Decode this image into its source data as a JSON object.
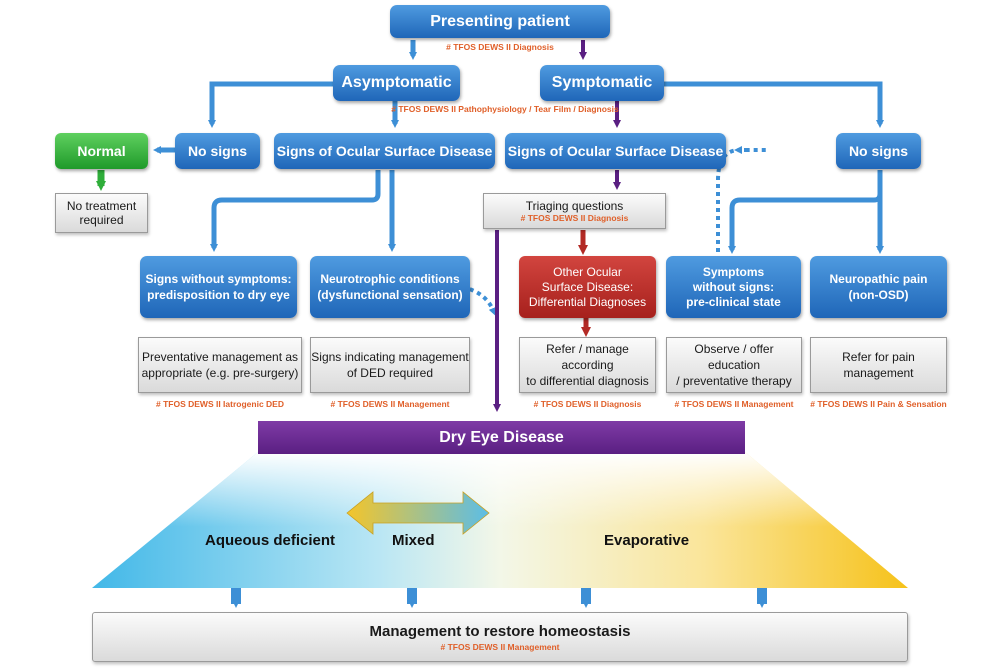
{
  "nodes": {
    "presenting_patient": "Presenting patient",
    "asymptomatic": "Asymptomatic",
    "symptomatic": "Symptomatic",
    "normal": "Normal",
    "no_signs_left": "No signs",
    "signs_osd_left": "Signs of Ocular Surface Disease",
    "signs_osd_right": "Signs of Ocular Surface Disease",
    "no_signs_right": "No signs",
    "no_treatment": "No treatment\nrequired",
    "triaging_questions": "Triaging questions",
    "signs_without_symptoms": "Signs without symptoms:\npredisposition to dry eye",
    "neurotrophic": "Neurotrophic conditions\n(dysfunctional sensation)",
    "other_ocular": "Other Ocular\nSurface Disease:\nDifferential Diagnoses",
    "symptoms_without_signs": "Symptoms\nwithout signs:\npre-clinical state",
    "neuropathic_pain": "Neuropathic pain\n(non-OSD)",
    "preventative_mgmt": "Preventative management as\nappropriate (e.g. pre-surgery)",
    "signs_indicating": "Signs indicating management\nof DED required",
    "refer_manage": "Refer / manage according\nto differential diagnosis",
    "observe_offer": "Observe / offer education\n/ preventative therapy",
    "refer_pain": "Refer for pain\nmanagement",
    "dry_eye_disease": "Dry Eye Disease",
    "management_homeostasis": "Management to restore homeostasis"
  },
  "references": {
    "diagnosis_top": "# TFOS DEWS II Diagnosis",
    "pathophysiology": "# TFOS DEWS II Pathophysiology / Tear Film / Diagnosis",
    "triaging_ref": "# TFOS DEWS II Diagnosis",
    "iatrogenic": "# TFOS DEWS II Iatrogenic DED",
    "management_1": "# TFOS DEWS II Management",
    "diagnosis_2": "# TFOS DEWS II Diagnosis",
    "management_2": "# TFOS DEWS II Management",
    "pain_sensation": "# TFOS DEWS II Pain & Sensation",
    "management_bottom": "# TFOS DEWS II Management"
  },
  "dry_eye_types": {
    "aqueous": "Aqueous deficient",
    "mixed": "Mixed",
    "evaporative": "Evaporative"
  },
  "colors": {
    "blue_box": "#2a74c4",
    "arrow_blue": "#3d8fd6",
    "arrow_purple": "#5a1f82",
    "red_box": "#b32a25",
    "green_box": "#2fae3a",
    "dry_eye_bar": "#6a2a92",
    "gradient_cyan": "#42b8e8",
    "gradient_yellow": "#f6c21a",
    "reference_text": "#e0602a"
  }
}
